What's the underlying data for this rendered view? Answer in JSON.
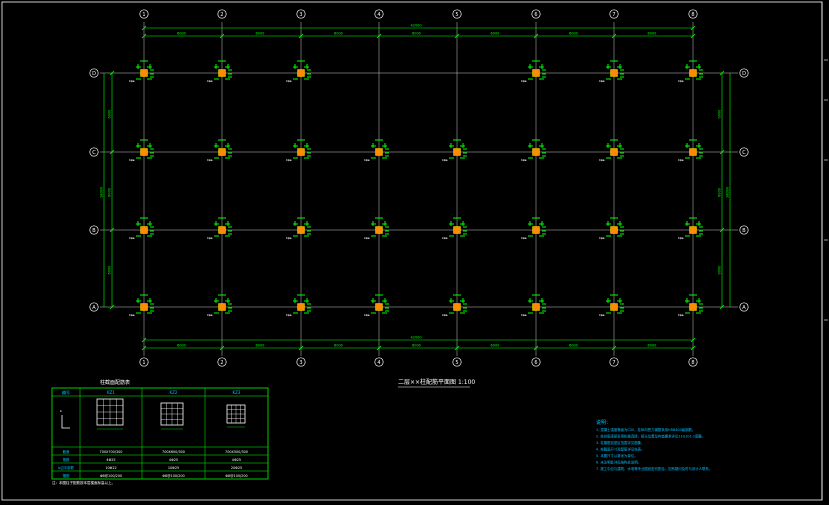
{
  "drawing": {
    "plan_title": "二层××柱配筋平面图 1:100",
    "grid_labels_x": [
      "1",
      "2",
      "3",
      "4",
      "5",
      "6",
      "7",
      "8"
    ],
    "grid_labels_y": [
      "D",
      "C",
      "B",
      "A"
    ],
    "overall_dimension": "42000",
    "bay_dimension": "6000",
    "span_dimension": "6000",
    "total_depth": "18000",
    "column_tag": "KZ1"
  },
  "schedule": {
    "title": "柱截面配筋表",
    "headers": [
      "编号",
      "KZ1",
      "KZ2",
      "KZ3"
    ],
    "rows": [
      [
        "截面",
        "700X700/300",
        "700X600/300",
        "700X500/300"
      ],
      [
        "角筋",
        "4Φ25",
        "4Φ25",
        "4Φ25"
      ],
      [
        "b边中部筋",
        "10Φ22",
        "10Φ25",
        "20Φ25"
      ],
      [
        "箍筋",
        "Φ8@100/200",
        "Φ8@100/200",
        "Φ8@100/200"
      ]
    ],
    "note": "注：本图柱子配筋按本层楼面标高以上。"
  },
  "notes": {
    "title": "说明：",
    "items": [
      "1. 混凝土强度等级为C30，柱纵向受力钢筋采用HRB400级钢筋。",
      "2. 柱纵筋连接采用机械连接，接头位置及构造要求详见11G101-1图集。",
      "3. 柱箍筋加密区范围详见图集。",
      "4. 柱截面尺寸及配筋详见柱表。",
      "5. 本图尺寸以毫米为单位。",
      "6. 未注明处详见结构总说明。",
      "7. 施工中应与建筑、水电等专业图纸密切配合，如有疑问及时与设计人联系。"
    ]
  },
  "colors": {
    "background": "#000000",
    "axis_line": "#c8c8c8",
    "dimension": "#00ff00",
    "column_fill": "#ff8c00",
    "rebar": "#00ff00",
    "notes_text": "#00bfff",
    "label_text": "#ffffff",
    "border": "#ffffff"
  }
}
